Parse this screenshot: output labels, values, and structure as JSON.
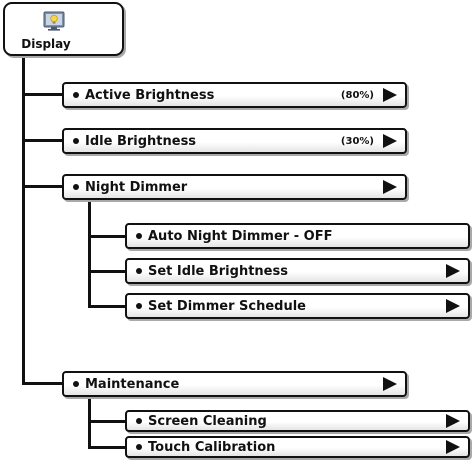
{
  "root": {
    "label": "Display",
    "icon": "monitor-lightbulb-icon"
  },
  "menu": {
    "active_brightness": {
      "label": "Active Brightness",
      "value": "(80%)"
    },
    "idle_brightness": {
      "label": "Idle Brightness",
      "value": "(30%)"
    },
    "night_dimmer": {
      "label": "Night Dimmer",
      "children": {
        "auto_night_dimmer": {
          "label": "Auto Night Dimmer - OFF"
        },
        "set_idle_brightness": {
          "label": "Set Idle Brightness"
        },
        "set_dimmer_schedule": {
          "label": "Set Dimmer Schedule"
        }
      }
    },
    "maintenance": {
      "label": "Maintenance",
      "children": {
        "screen_cleaning": {
          "label": "Screen Cleaning"
        },
        "touch_calibration": {
          "label": "Touch Calibration"
        }
      }
    }
  },
  "colors": {
    "outline": "#111111",
    "shadow": "#a9a9a9",
    "fill": "#ffffff",
    "fill_bottom": "#e4e4e4"
  }
}
